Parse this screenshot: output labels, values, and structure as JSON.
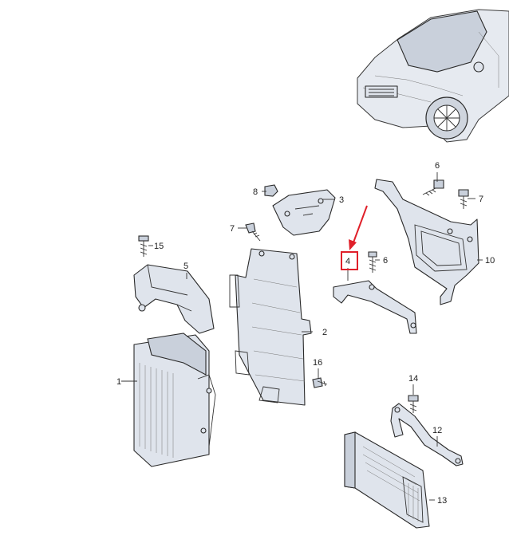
{
  "callouts": [
    {
      "id": "c1",
      "text": "1"
    },
    {
      "id": "c2",
      "text": "2"
    },
    {
      "id": "c3",
      "text": "3"
    },
    {
      "id": "c4",
      "text": "4"
    },
    {
      "id": "c5",
      "text": "5"
    },
    {
      "id": "c6a",
      "text": "6"
    },
    {
      "id": "c6b",
      "text": "6"
    },
    {
      "id": "c7a",
      "text": "7"
    },
    {
      "id": "c7b",
      "text": "7"
    },
    {
      "id": "c8",
      "text": "8"
    },
    {
      "id": "c10",
      "text": "10"
    },
    {
      "id": "c12",
      "text": "12"
    },
    {
      "id": "c13",
      "text": "13"
    },
    {
      "id": "c14",
      "text": "14"
    },
    {
      "id": "c15",
      "text": "15"
    },
    {
      "id": "c16",
      "text": "16"
    }
  ],
  "colors": {
    "highlight": "#e0202a",
    "arrow": "#e0202a",
    "line": "#2a2a2a",
    "part_fill": "#dfe4ec"
  },
  "highlighted_callout": "4"
}
